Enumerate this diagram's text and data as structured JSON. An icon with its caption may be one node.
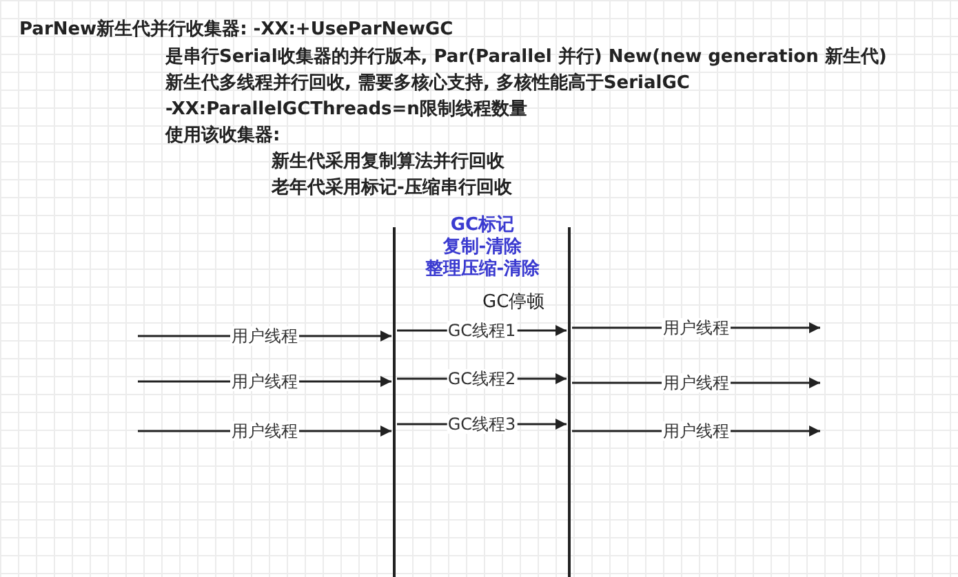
{
  "diagram": {
    "nodes": [
      {
        "text": [],
        "shape": "bar"
      },
      {
        "text": [],
        "shape": "bar"
      }
    ],
    "edges": [
      {
        "from": null,
        "to": 0,
        "arrow": "to",
        "label": "用户线程"
      },
      {
        "from": null,
        "to": 0,
        "arrow": "to",
        "label": "用户线程"
      },
      {
        "from": null,
        "to": 0,
        "arrow": "to",
        "label": "用户线程"
      },
      {
        "from": 0,
        "to": 1,
        "arrow": "to",
        "label": "GC线程1"
      },
      {
        "from": 0,
        "to": 1,
        "arrow": "to",
        "label": "GC线程2"
      },
      {
        "from": 0,
        "to": 1,
        "arrow": "to",
        "label": "GC线程3"
      },
      {
        "from": 1,
        "to": null,
        "arrow": "to",
        "label": "用户线程"
      },
      {
        "from": 1,
        "to": null,
        "arrow": "to",
        "label": "用户线程"
      },
      {
        "from": 1,
        "to": null,
        "arrow": "to",
        "label": "用户线程"
      }
    ],
    "labels": [
      "ParNew新生代并行收集器: -XX:+UseParNewGC",
      "是串行Serial收集器的并行版本, Par(Parallel 并行) New(new generation 新生代)",
      "新生代多线程并行回收, 需要多核心支持, 多核性能高于SerialGC",
      "-XX:ParallelGCThreads=n限制线程数量",
      "使用该收集器:",
      "新生代采用复制算法并行回收",
      "老年代采用标记-压缩串行回收",
      "GC标记",
      "复制-清除",
      "整理压缩-清除",
      "GC停顿"
    ]
  }
}
